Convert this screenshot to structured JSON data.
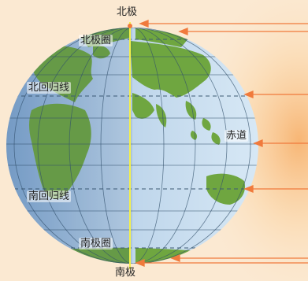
{
  "labels": {
    "north_pole": "北极",
    "arctic_circle": "北极圈",
    "tropic_of_cancer": "北回归线",
    "equator": "赤道",
    "tropic_of_capricorn": "南回归线",
    "antarctic_circle": "南极圈",
    "south_pole": "南极"
  },
  "colors": {
    "ocean_lit": "#c9dff0",
    "ocean_dark": "#7fa6cf",
    "land": "#6fa640",
    "sunlight": "#f07a3c",
    "axis": "#f4f04a",
    "background": "#fbe9d2"
  },
  "icons": {
    "sunlight": "arrow-left"
  }
}
